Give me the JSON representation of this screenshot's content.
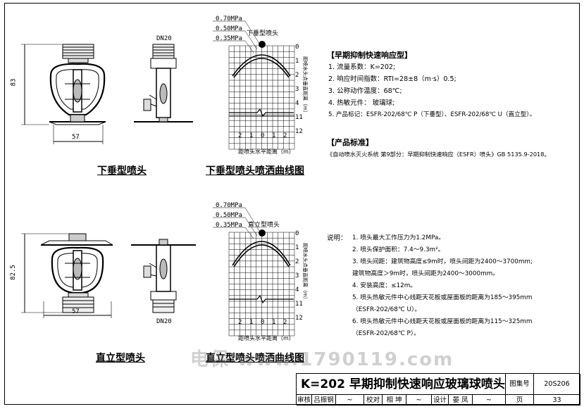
{
  "drawing": {
    "pendent_label": "下垂型喷头",
    "pendent_curve_label": "下垂型喷头喷洒曲线图",
    "upright_label": "直立型喷头",
    "upright_curve_label": "直立型喷头喷洒曲线图",
    "dim_83": "83",
    "dim_57_top": "57",
    "dim_dn20_top": "DN20",
    "dim_825": "82.5",
    "dim_57_bottom": "57",
    "dim_dn20_bottom": "DN20"
  },
  "curve_top": {
    "pressures": [
      "0.70MPa",
      "0.50MPa",
      "0.35MPa"
    ],
    "head_label": "下垂型喷头",
    "y_ticks": [
      "0",
      "1",
      "2",
      "3",
      "4",
      "11",
      "12"
    ],
    "x_ticks": [
      "2",
      "1",
      "0",
      "1",
      "2"
    ],
    "xlabel": "距喷头水平距离（m）",
    "ylabel": "距喷水头点垂直距离（m）"
  },
  "curve_bottom": {
    "pressures": [
      "0.70MPa",
      "0.50MPa",
      "0.35MPa"
    ],
    "head_label": "直立型喷头",
    "y_ticks": [
      "0",
      "1",
      "2",
      "3",
      "4",
      "11",
      "12"
    ],
    "x_ticks": [
      "2",
      "1",
      "0",
      "1",
      "2"
    ],
    "xlabel": "距喷头水平距离（m）",
    "ylabel": "距喷水头点垂直距离（m）"
  },
  "specs": {
    "heading": "【早期抑制快速响应型】",
    "items": [
      "1.  流量系数：K=202;",
      "2.  响应时间指数：RTI=28±8（m·s）0.5;",
      "3.  公称动作温度：68℃;",
      "4.  热敏元件：  玻璃球;",
      "5.  产品标记：ESFR-202/68℃ P（下垂型）、ESFR-202/68℃ U（直立型）。"
    ],
    "standard_heading": "【产品标准】",
    "standard_text": "《自动喷水灭火系统 第9部分：早期抑制快速响应（ESFR）喷头》GB 5135.9-2018。"
  },
  "notes": {
    "prefix": "说明：",
    "items": [
      "1.  喷头最大工作压力为1.2MPa。",
      "2.  喷头保护面积：7.4～9.3m²。",
      "3.  喷头间距：建筑物高度≤9m时，喷头间距为2400～3700mm;",
      "     建筑物高度＞9m时，喷头间距为2400～3000mm。",
      "4.  安装高度：≤12m。",
      "5.  喷头热敏元件中心线距天花板或屋面板的距离为185～395mm",
      "     （ESFR-202/68℃ U）。",
      "6.  喷头热敏元件中心线距天花板或屋面板的距离为115～325mm",
      "     （ESFR-202/68℃ P）。"
    ]
  },
  "title_block": {
    "title": "K=202  早期抑制快速响应玻璃球喷头",
    "atlas_label": "图集号",
    "atlas_no": "20S206",
    "row": [
      "审核",
      "吕振钢",
      "校对",
      "相 坤",
      "设计",
      "晏 凤",
      "页",
      "33"
    ]
  },
  "watermark": "电保 www.1790119.com"
}
